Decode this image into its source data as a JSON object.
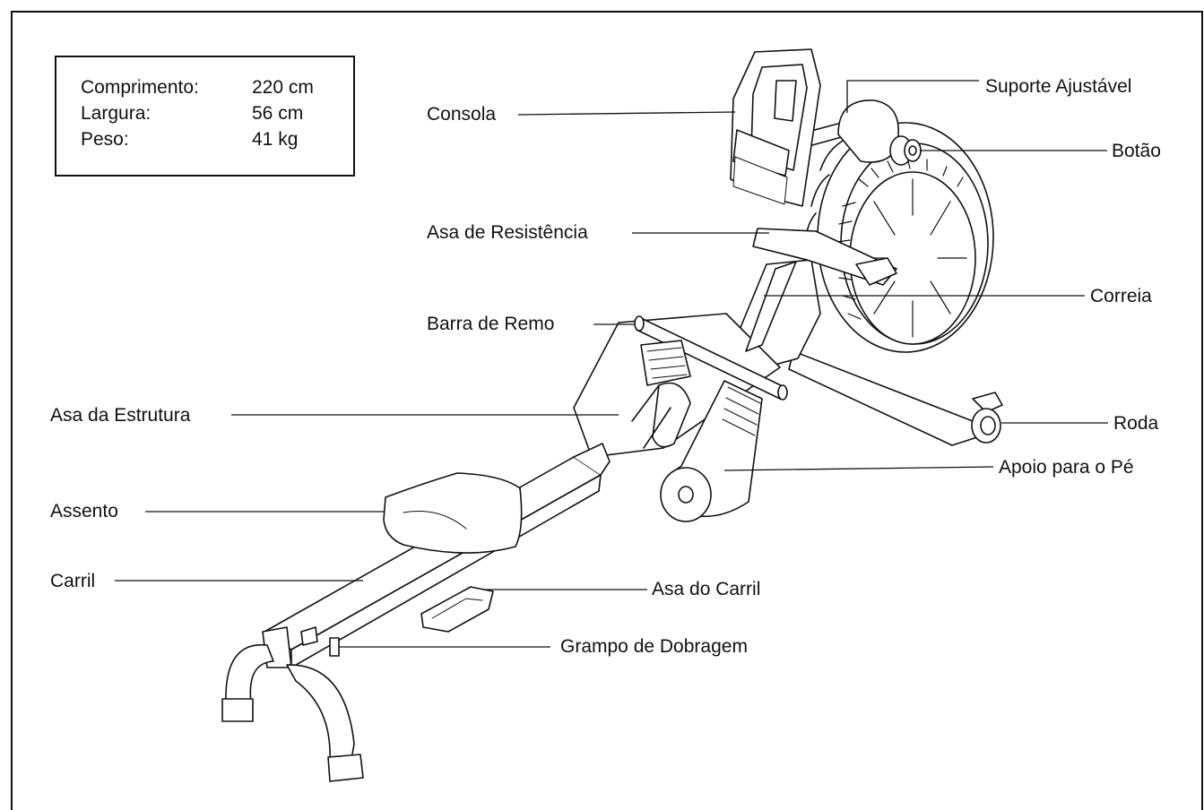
{
  "specs": [
    {
      "label": "Comprimento:",
      "value": "220 cm"
    },
    {
      "label": "Largura:",
      "value": "56 cm"
    },
    {
      "label": "Peso:",
      "value": "41 kg"
    }
  ],
  "callouts": {
    "console": "Consola",
    "adjustable_support": "Suporte Ajustável",
    "knob": "Botão",
    "resistance_handle": "Asa de Resistência",
    "strap": "Correia",
    "row_bar": "Barra de Remo",
    "frame_handle": "Asa da Estrutura",
    "wheel": "Roda",
    "footrest": "Apoio para o Pé",
    "seat": "Assento",
    "rail": "Carril",
    "rail_handle": "Asa do Carril",
    "folding_clip": "Grampo de Dobragem"
  }
}
